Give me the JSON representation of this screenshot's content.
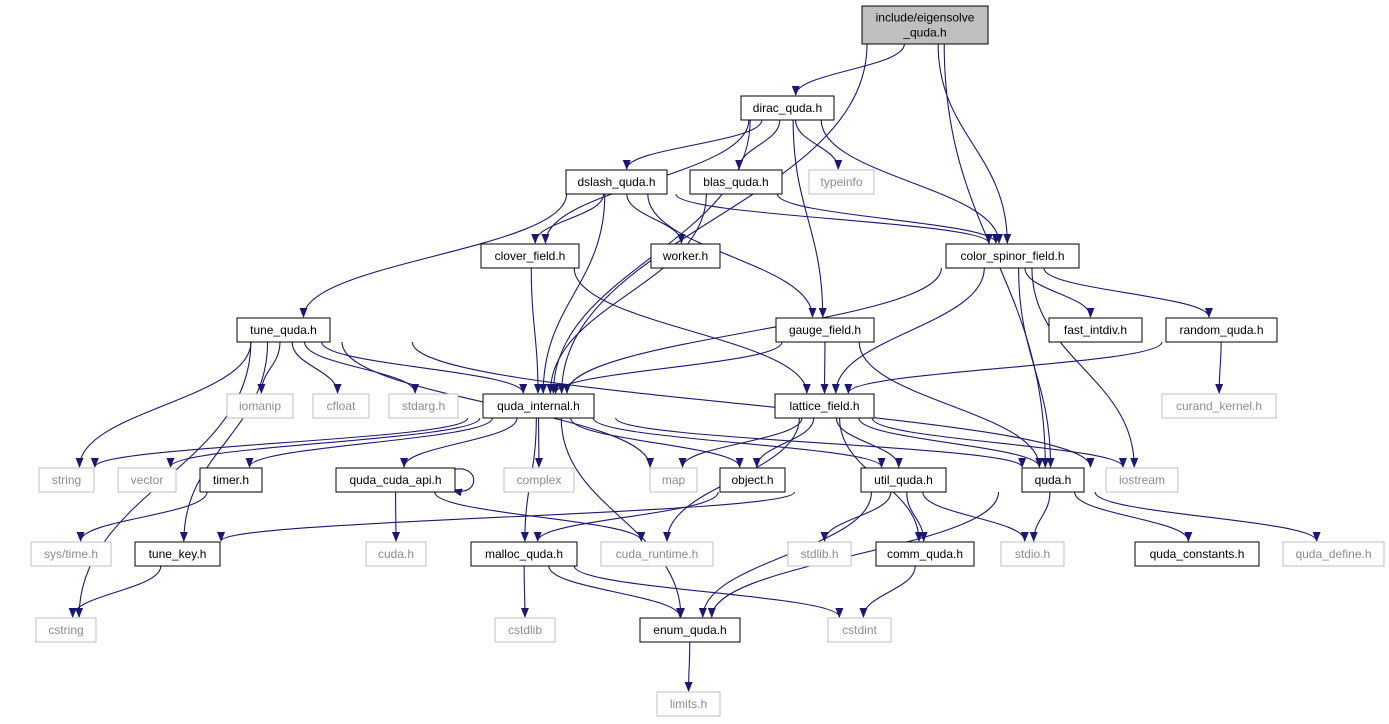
{
  "graph": {
    "nodes": [
      {
        "id": "root",
        "lines": [
          "include/eigensolve",
          "_quda.h"
        ],
        "kind": "root"
      },
      {
        "id": "dirac_quda",
        "lines": [
          "dirac_quda.h"
        ],
        "kind": "file"
      },
      {
        "id": "dslash_quda",
        "lines": [
          "dslash_quda.h"
        ],
        "kind": "file"
      },
      {
        "id": "blas_quda",
        "lines": [
          "blas_quda.h"
        ],
        "kind": "file"
      },
      {
        "id": "typeinfo",
        "lines": [
          "typeinfo"
        ],
        "kind": "ext"
      },
      {
        "id": "clover_field",
        "lines": [
          "clover_field.h"
        ],
        "kind": "file"
      },
      {
        "id": "worker",
        "lines": [
          "worker.h"
        ],
        "kind": "file"
      },
      {
        "id": "color_spinor_field",
        "lines": [
          "color_spinor_field.h"
        ],
        "kind": "file"
      },
      {
        "id": "tune_quda",
        "lines": [
          "tune_quda.h"
        ],
        "kind": "file"
      },
      {
        "id": "gauge_field",
        "lines": [
          "gauge_field.h"
        ],
        "kind": "file"
      },
      {
        "id": "fast_intdiv",
        "lines": [
          "fast_intdiv.h"
        ],
        "kind": "file"
      },
      {
        "id": "random_quda",
        "lines": [
          "random_quda.h"
        ],
        "kind": "file"
      },
      {
        "id": "iomanip",
        "lines": [
          "iomanip"
        ],
        "kind": "ext"
      },
      {
        "id": "cfloat",
        "lines": [
          "cfloat"
        ],
        "kind": "ext"
      },
      {
        "id": "stdarg",
        "lines": [
          "stdarg.h"
        ],
        "kind": "ext"
      },
      {
        "id": "quda_internal",
        "lines": [
          "quda_internal.h"
        ],
        "kind": "file"
      },
      {
        "id": "lattice_field",
        "lines": [
          "lattice_field.h"
        ],
        "kind": "file"
      },
      {
        "id": "curand_kernel",
        "lines": [
          "curand_kernel.h"
        ],
        "kind": "ext"
      },
      {
        "id": "string",
        "lines": [
          "string"
        ],
        "kind": "ext"
      },
      {
        "id": "vector",
        "lines": [
          "vector"
        ],
        "kind": "ext"
      },
      {
        "id": "timer",
        "lines": [
          "timer.h"
        ],
        "kind": "file"
      },
      {
        "id": "quda_cuda_api",
        "lines": [
          "quda_cuda_api.h"
        ],
        "kind": "file"
      },
      {
        "id": "complex",
        "lines": [
          "complex"
        ],
        "kind": "ext"
      },
      {
        "id": "map",
        "lines": [
          "map"
        ],
        "kind": "ext"
      },
      {
        "id": "object",
        "lines": [
          "object.h"
        ],
        "kind": "file"
      },
      {
        "id": "util_quda",
        "lines": [
          "util_quda.h"
        ],
        "kind": "file"
      },
      {
        "id": "quda",
        "lines": [
          "quda.h"
        ],
        "kind": "file"
      },
      {
        "id": "iostream",
        "lines": [
          "iostream"
        ],
        "kind": "ext"
      },
      {
        "id": "sys_time",
        "lines": [
          "sys/time.h"
        ],
        "kind": "ext"
      },
      {
        "id": "tune_key",
        "lines": [
          "tune_key.h"
        ],
        "kind": "file"
      },
      {
        "id": "cuda",
        "lines": [
          "cuda.h"
        ],
        "kind": "ext"
      },
      {
        "id": "malloc_quda",
        "lines": [
          "malloc_quda.h"
        ],
        "kind": "file"
      },
      {
        "id": "cuda_runtime",
        "lines": [
          "cuda_runtime.h"
        ],
        "kind": "ext"
      },
      {
        "id": "stdlib",
        "lines": [
          "stdlib.h"
        ],
        "kind": "ext"
      },
      {
        "id": "comm_quda",
        "lines": [
          "comm_quda.h"
        ],
        "kind": "file"
      },
      {
        "id": "stdio",
        "lines": [
          "stdio.h"
        ],
        "kind": "ext"
      },
      {
        "id": "quda_constants",
        "lines": [
          "quda_constants.h"
        ],
        "kind": "file"
      },
      {
        "id": "quda_define",
        "lines": [
          "quda_define.h"
        ],
        "kind": "ext"
      },
      {
        "id": "cstring",
        "lines": [
          "cstring"
        ],
        "kind": "ext"
      },
      {
        "id": "cstdlib",
        "lines": [
          "cstdlib"
        ],
        "kind": "ext"
      },
      {
        "id": "enum_quda",
        "lines": [
          "enum_quda.h"
        ],
        "kind": "file"
      },
      {
        "id": "cstdint",
        "lines": [
          "cstdint"
        ],
        "kind": "ext"
      },
      {
        "id": "limits",
        "lines": [
          "limits.h"
        ],
        "kind": "ext"
      }
    ],
    "edges": [
      [
        "root",
        "dirac_quda"
      ],
      [
        "root",
        "color_spinor_field"
      ],
      [
        "root",
        "quda_internal"
      ],
      [
        "root",
        "quda"
      ],
      [
        "dirac_quda",
        "dslash_quda"
      ],
      [
        "dirac_quda",
        "blas_quda"
      ],
      [
        "dirac_quda",
        "typeinfo"
      ],
      [
        "dirac_quda",
        "clover_field"
      ],
      [
        "dirac_quda",
        "color_spinor_field"
      ],
      [
        "dirac_quda",
        "gauge_field"
      ],
      [
        "dirac_quda",
        "quda_internal"
      ],
      [
        "dslash_quda",
        "clover_field"
      ],
      [
        "dslash_quda",
        "worker"
      ],
      [
        "dslash_quda",
        "color_spinor_field"
      ],
      [
        "dslash_quda",
        "tune_quda"
      ],
      [
        "dslash_quda",
        "gauge_field"
      ],
      [
        "dslash_quda",
        "quda_internal"
      ],
      [
        "blas_quda",
        "color_spinor_field"
      ],
      [
        "blas_quda",
        "quda_internal"
      ],
      [
        "clover_field",
        "quda_internal"
      ],
      [
        "clover_field",
        "lattice_field"
      ],
      [
        "color_spinor_field",
        "fast_intdiv"
      ],
      [
        "color_spinor_field",
        "random_quda"
      ],
      [
        "color_spinor_field",
        "quda_internal"
      ],
      [
        "color_spinor_field",
        "lattice_field"
      ],
      [
        "color_spinor_field",
        "quda"
      ],
      [
        "color_spinor_field",
        "iostream"
      ],
      [
        "tune_quda",
        "iomanip"
      ],
      [
        "tune_quda",
        "cfloat"
      ],
      [
        "tune_quda",
        "stdarg"
      ],
      [
        "tune_quda",
        "quda_internal"
      ],
      [
        "tune_quda",
        "string"
      ],
      [
        "tune_quda",
        "map"
      ],
      [
        "tune_quda",
        "iostream"
      ],
      [
        "tune_quda",
        "tune_key"
      ],
      [
        "tune_quda",
        "cstring"
      ],
      [
        "gauge_field",
        "quda_internal"
      ],
      [
        "gauge_field",
        "lattice_field"
      ],
      [
        "gauge_field",
        "quda"
      ],
      [
        "random_quda",
        "lattice_field"
      ],
      [
        "random_quda",
        "curand_kernel"
      ],
      [
        "quda_internal",
        "string"
      ],
      [
        "quda_internal",
        "vector"
      ],
      [
        "quda_internal",
        "timer"
      ],
      [
        "quda_internal",
        "quda_cuda_api"
      ],
      [
        "quda_internal",
        "complex"
      ],
      [
        "quda_internal",
        "object"
      ],
      [
        "quda_internal",
        "util_quda"
      ],
      [
        "quda_internal",
        "quda"
      ],
      [
        "quda_internal",
        "malloc_quda"
      ],
      [
        "quda_internal",
        "enum_quda"
      ],
      [
        "lattice_field",
        "map"
      ],
      [
        "lattice_field",
        "object"
      ],
      [
        "lattice_field",
        "util_quda"
      ],
      [
        "lattice_field",
        "quda"
      ],
      [
        "lattice_field",
        "iostream"
      ],
      [
        "lattice_field",
        "cuda_runtime"
      ],
      [
        "lattice_field",
        "comm_quda"
      ],
      [
        "timer",
        "sys_time"
      ],
      [
        "quda_cuda_api",
        "cuda"
      ],
      [
        "quda_cuda_api",
        "cuda_runtime"
      ],
      [
        "quda_cuda_api",
        "quda_cuda_api"
      ],
      [
        "object",
        "malloc_quda"
      ],
      [
        "util_quda",
        "tune_key"
      ],
      [
        "util_quda",
        "stdlib"
      ],
      [
        "util_quda",
        "comm_quda"
      ],
      [
        "util_quda",
        "stdio"
      ],
      [
        "util_quda",
        "enum_quda"
      ],
      [
        "quda",
        "stdio"
      ],
      [
        "quda",
        "quda_constants"
      ],
      [
        "quda",
        "quda_define"
      ],
      [
        "quda",
        "enum_quda"
      ],
      [
        "tune_key",
        "cstring"
      ],
      [
        "malloc_quda",
        "cstdlib"
      ],
      [
        "malloc_quda",
        "enum_quda"
      ],
      [
        "malloc_quda",
        "cstdint"
      ],
      [
        "comm_quda",
        "cstdint"
      ],
      [
        "enum_quda",
        "limits"
      ]
    ]
  }
}
